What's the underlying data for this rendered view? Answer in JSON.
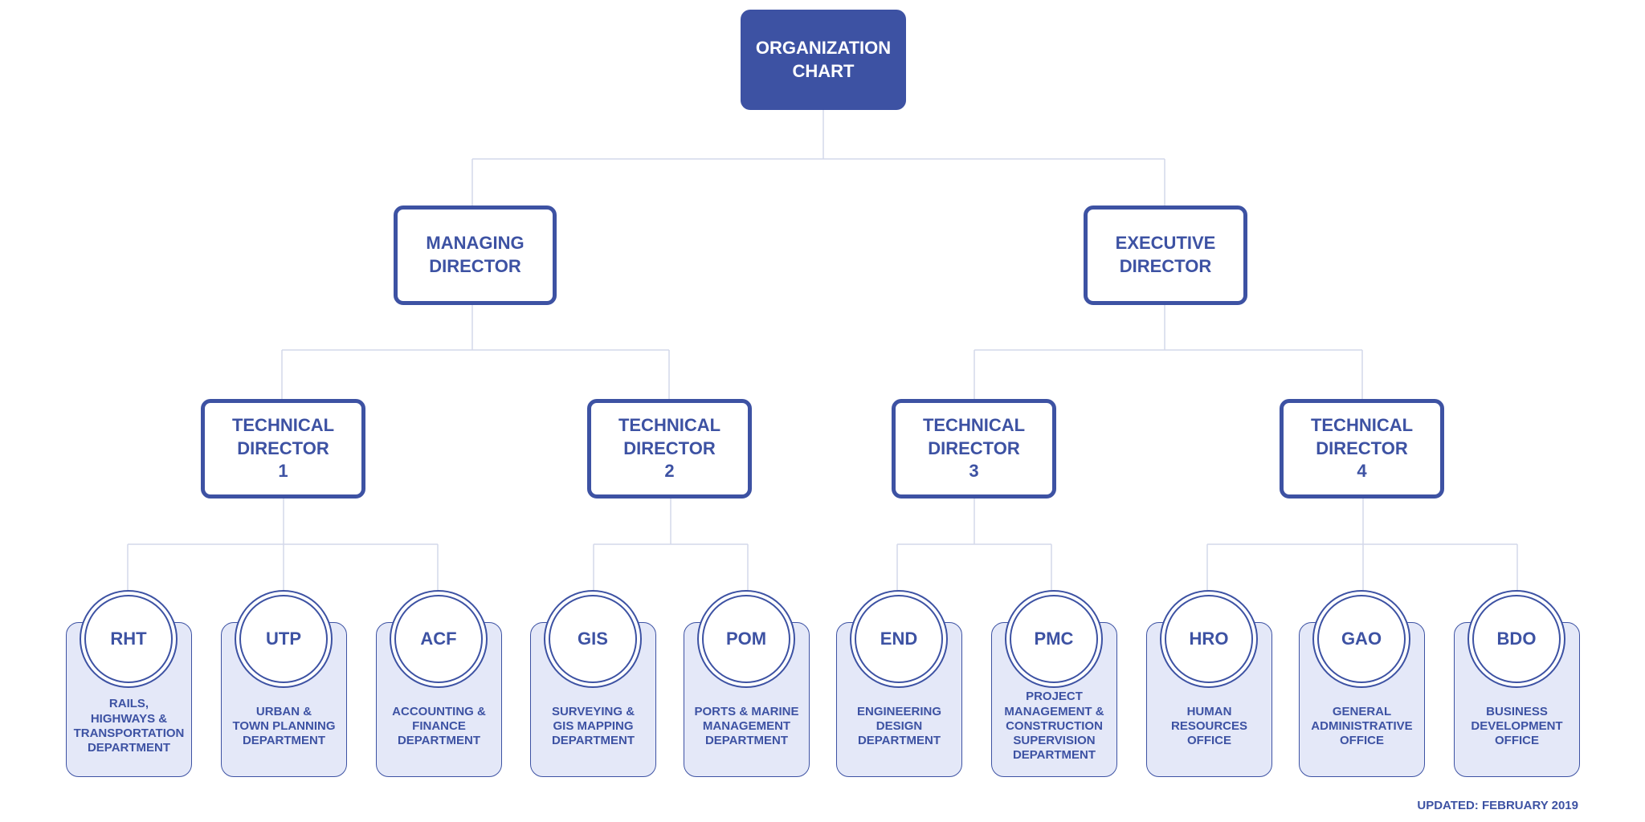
{
  "colors": {
    "primary": "#3d52a3",
    "card_fill": "#e4e8f8",
    "connector": "#d3d8ea"
  },
  "root": {
    "label": "ORGANIZATION\nCHART"
  },
  "directors": [
    {
      "label": "MANAGING\nDIRECTOR"
    },
    {
      "label": "EXECUTIVE\nDIRECTOR"
    }
  ],
  "technical_directors": [
    {
      "label": "TECHNICAL\nDIRECTOR\n1"
    },
    {
      "label": "TECHNICAL\nDIRECTOR\n2"
    },
    {
      "label": "TECHNICAL\nDIRECTOR\n3"
    },
    {
      "label": "TECHNICAL\nDIRECTOR\n4"
    }
  ],
  "departments": [
    {
      "abbr": "RHT",
      "name": "RAILS,\nHIGHWAYS &\nTRANSPORTATION\nDEPARTMENT"
    },
    {
      "abbr": "UTP",
      "name": "URBAN &\nTOWN PLANNING\nDEPARTMENT"
    },
    {
      "abbr": "ACF",
      "name": "ACCOUNTING &\nFINANCE\nDEPARTMENT"
    },
    {
      "abbr": "GIS",
      "name": "SURVEYING &\nGIS MAPPING\nDEPARTMENT"
    },
    {
      "abbr": "POM",
      "name": "PORTS & MARINE\nMANAGEMENT\nDEPARTMENT"
    },
    {
      "abbr": "END",
      "name": "ENGINEERING\nDESIGN\nDEPARTMENT"
    },
    {
      "abbr": "PMC",
      "name": "PROJECT\nMANAGEMENT &\nCONSTRUCTION\nSUPERVISION\nDEPARTMENT"
    },
    {
      "abbr": "HRO",
      "name": "HUMAN\nRESOURCES\nOFFICE"
    },
    {
      "abbr": "GAO",
      "name": "GENERAL\nADMINISTRATIVE\nOFFICE"
    },
    {
      "abbr": "BDO",
      "name": "BUSINESS\nDEVELOPMENT\nOFFICE"
    }
  ],
  "footnote": "UPDATED: FEBRUARY 2019"
}
